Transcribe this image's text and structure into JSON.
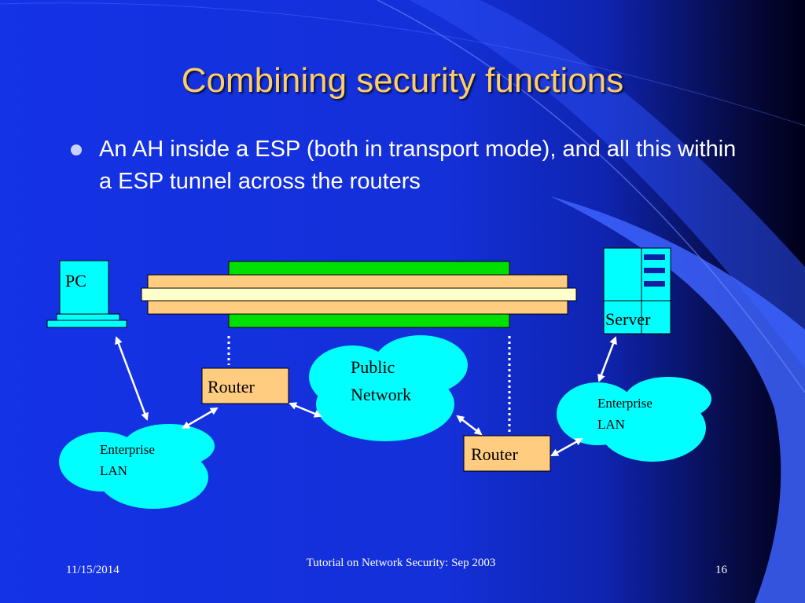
{
  "slide": {
    "title": "Combining security functions",
    "bullet": "An AH inside a ESP (both in transport mode), and all this within a ESP tunnel across the routers"
  },
  "diagram": {
    "pc_label": "PC",
    "server_label": "Server",
    "router_left_label": "Router",
    "router_right_label": "Router",
    "public_network_line1": "Public",
    "public_network_line2": "Network",
    "lan_left_line1": "Enterprise",
    "lan_left_line2": "LAN",
    "lan_right_line1": "Enterprise",
    "lan_right_line2": "LAN"
  },
  "colors": {
    "cloud": "#00ffff",
    "router_box": "#ffcc80",
    "tunnel_green": "#00e000",
    "tunnel_orange": "#ffcc80",
    "tunnel_inner": "#ffffcc",
    "title": "#ffcc66"
  },
  "footer": {
    "date": "11/15/2014",
    "title": "Tutorial on Network Security: Sep 2003",
    "page": "16"
  }
}
